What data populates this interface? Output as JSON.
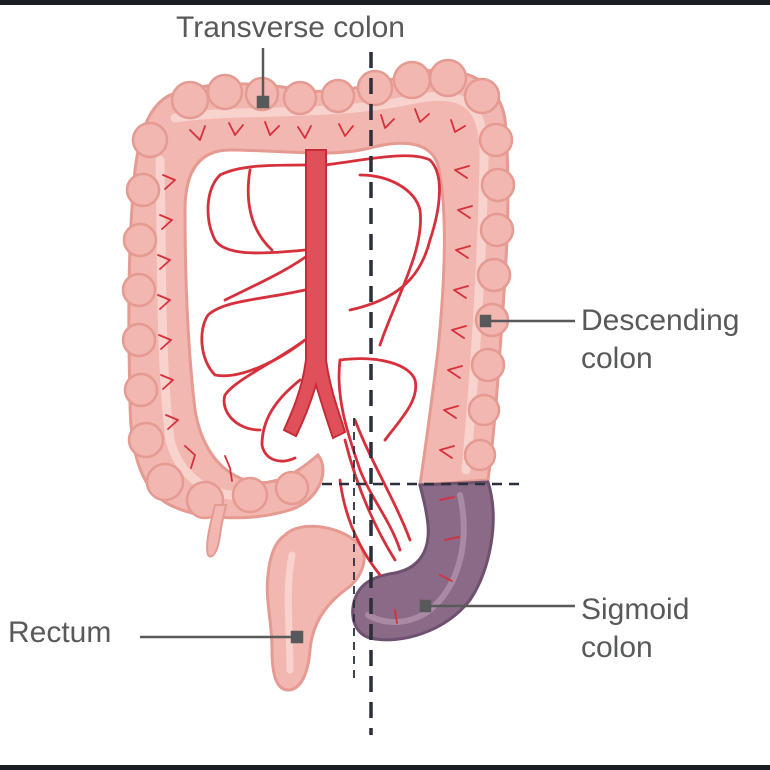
{
  "labels": {
    "transverse": "Transverse colon",
    "descending_1": "Descending",
    "descending_2": "colon",
    "sigmoid_1": "Sigmoid",
    "sigmoid_2": "colon",
    "rectum": "Rectum"
  },
  "colors": {
    "colon_fill": "#f2b7b0",
    "colon_stroke": "#e59a92",
    "colon_inner": "#f8d2cc",
    "sigmoid_fill": "#8a6a86",
    "sigmoid_stroke": "#6e5170",
    "artery": "#d6303c",
    "aorta": "#e0505a",
    "label_text": "#58595b",
    "leader_line": "#58595b",
    "cut_line": "#2b2f3a",
    "background": "#ffffff"
  }
}
